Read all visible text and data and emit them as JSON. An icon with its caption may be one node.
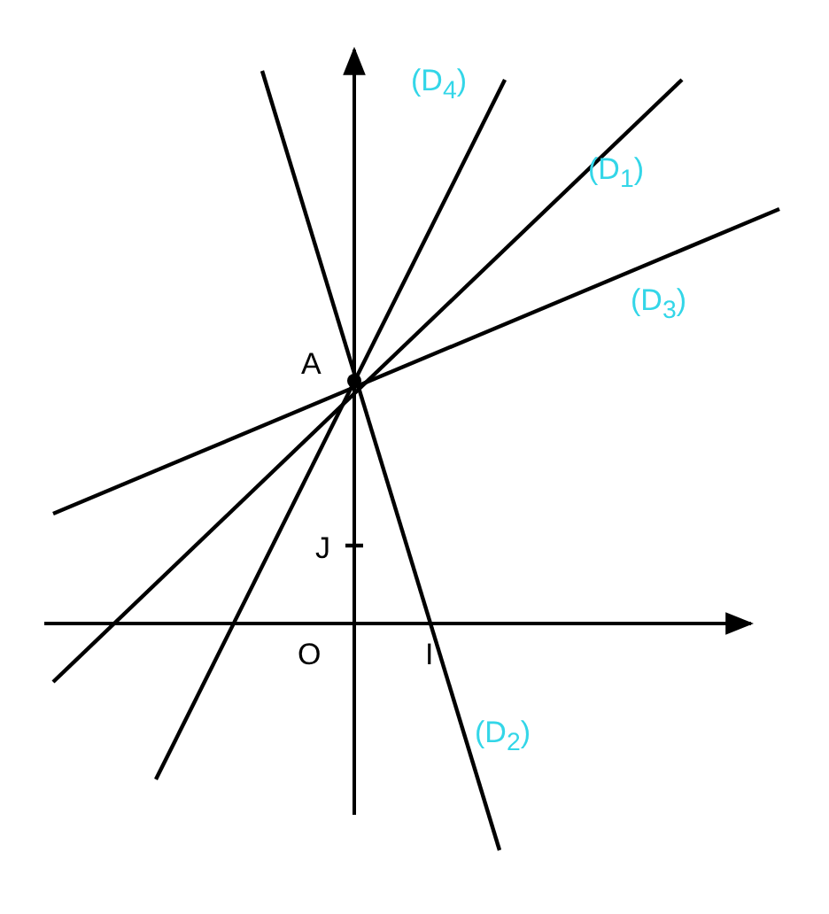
{
  "diagram": {
    "labels": [
      "(D$_{4}$)",
      "(D$_{1}$)",
      "(D$_{3}$)",
      "A",
      "J",
      "O",
      "I",
      "(D$_{2}$)"
    ]
  }
}
